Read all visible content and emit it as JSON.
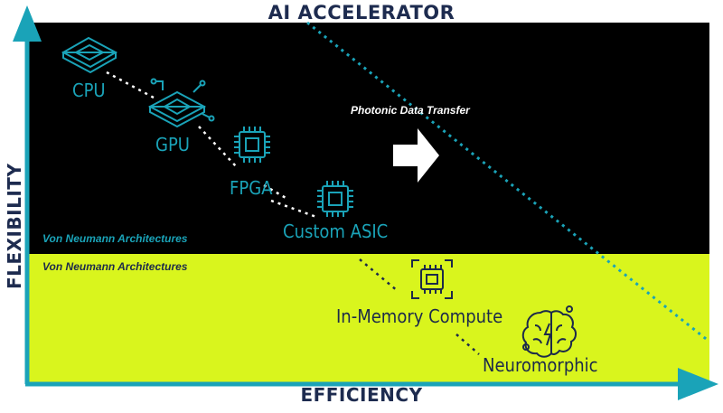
{
  "title": "AI ACCELERATOR",
  "x_axis_label": "EFFICIENCY",
  "y_axis_label": "FLEXIBILITY",
  "regions": {
    "upper_label": "Von Neumann Architectures",
    "lower_label": "Von Neumann Architectures"
  },
  "annotation": "Photonic Data Transfer",
  "nodes": {
    "cpu": "CPU",
    "gpu": "GPU",
    "fpga": "FPGA",
    "asic": "Custom ASIC",
    "in_memory": "In-Memory Compute",
    "neuromorphic": "Neuromorphic"
  },
  "icons": {
    "cpu": "cpu-chip-icon",
    "gpu": "gpu-chip-icon",
    "fpga": "fpga-chip-icon",
    "asic": "asic-chip-icon",
    "in_memory": "memory-chip-icon",
    "neuromorphic": "brain-icon",
    "arrow": "right-arrow-icon"
  },
  "colors": {
    "upper_region": "#000000",
    "lower_region": "#d9f51d",
    "accent": "#1aa3b8",
    "axis": "#1aa3b8",
    "text_dark": "#1d2b4f"
  }
}
